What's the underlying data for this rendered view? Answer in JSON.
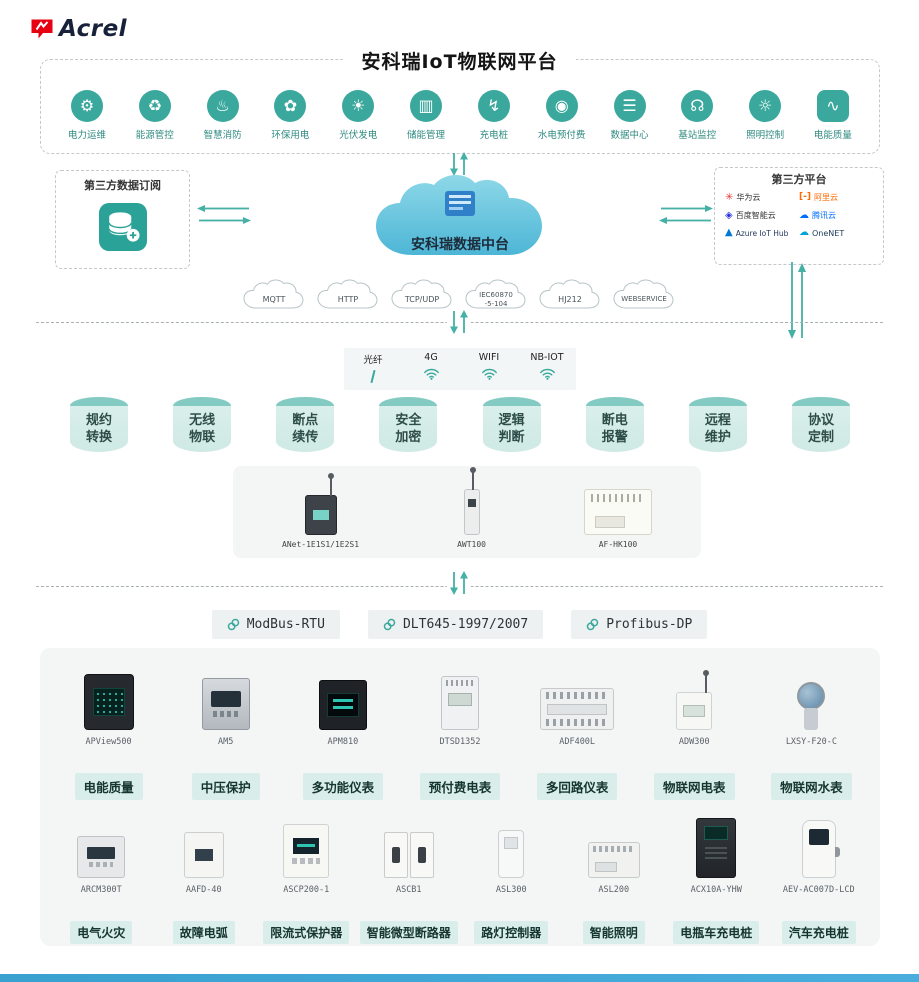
{
  "brand": {
    "name": "Acrel"
  },
  "title": "安科瑞IoT物联网平台",
  "applications": {
    "items": [
      {
        "label": "电力运维",
        "glyph": "⚙"
      },
      {
        "label": "能源管控",
        "glyph": "♻"
      },
      {
        "label": "智慧消防",
        "glyph": "♨"
      },
      {
        "label": "环保用电",
        "glyph": "✿"
      },
      {
        "label": "光伏发电",
        "glyph": "☀"
      },
      {
        "label": "储能管理",
        "glyph": "▥"
      },
      {
        "label": "充电桩",
        "glyph": "↯"
      },
      {
        "label": "水电预付费",
        "glyph": "◉"
      },
      {
        "label": "数据中心",
        "glyph": "☰"
      },
      {
        "label": "基站监控",
        "glyph": "☊"
      },
      {
        "label": "照明控制",
        "glyph": "☼"
      },
      {
        "label": "电能质量",
        "glyph": "∿"
      }
    ]
  },
  "data_subscription": {
    "title": "第三方数据订阅"
  },
  "data_center": {
    "label": "安科瑞数据中台"
  },
  "third_party": {
    "title": "第三方平台",
    "platforms": [
      {
        "label": "华为云",
        "mark": "✳"
      },
      {
        "label": "阿里云",
        "mark": "[-]"
      },
      {
        "label": "百度智能云",
        "mark": "◈"
      },
      {
        "label": "腾讯云",
        "mark": "☁"
      },
      {
        "label": "Azure IoT Hub",
        "mark": "▲"
      },
      {
        "label": "OneNET",
        "mark": "☁"
      }
    ]
  },
  "transport_protocols": {
    "items": [
      "MQTT",
      "HTTP",
      "TCP/UDP",
      "IEC60870\n-5-104",
      "HJ212",
      "WEBSERVICE"
    ]
  },
  "connectivity": {
    "items": [
      {
        "label": "光纤"
      },
      {
        "label": "4G"
      },
      {
        "label": "WIFI"
      },
      {
        "label": "NB-IOT"
      }
    ]
  },
  "capabilities": {
    "items": [
      "规约\n转换",
      "无线\n物联",
      "断点\n续传",
      "安全\n加密",
      "逻辑\n判断",
      "断电\n报警",
      "远程\n维护",
      "协议\n定制"
    ]
  },
  "gateways": {
    "items": [
      {
        "model": "ANet-1E1S1/1E2S1"
      },
      {
        "model": "AWT100"
      },
      {
        "model": "AF-HK100"
      }
    ]
  },
  "field_protocols": {
    "items": [
      "ModBus-RTU",
      "DLT645-1997/2007",
      "Profibus-DP"
    ]
  },
  "devices": {
    "row1": [
      {
        "model": "APView500",
        "category": "电能质量"
      },
      {
        "model": "AM5",
        "category": "中压保护"
      },
      {
        "model": "APM810",
        "category": "多功能仪表"
      },
      {
        "model": "DTSD1352",
        "category": "预付费电表"
      },
      {
        "model": "ADF400L",
        "category": "多回路仪表"
      },
      {
        "model": "ADW300",
        "category": "物联网电表"
      },
      {
        "model": "LXSY-F20-C",
        "category": "物联网水表"
      }
    ],
    "row2": [
      {
        "model": "ARCM300T",
        "category": "电气火灾"
      },
      {
        "model": "AAFD-40",
        "category": "故障电弧"
      },
      {
        "model": "ASCP200-1",
        "category": "限流式保护器"
      },
      {
        "model": "ASCB1",
        "category": "智能微型断路器"
      },
      {
        "model": "ASL300",
        "category": "路灯控制器"
      },
      {
        "model": "ASL200",
        "category": "智能照明"
      },
      {
        "model": "ACX10A-YHW",
        "category": "电瓶车充电桩"
      },
      {
        "model": "AEV-AC007D-LCD",
        "category": "汽车充电桩"
      }
    ]
  },
  "colors": {
    "accent": "#3aa89d",
    "arrow": "#45b0a5",
    "cloud_blue": "#4db6d6",
    "pill_bg": "#d9eeea",
    "panel_bg": "#f4f6f6",
    "brand_red": "#e60012",
    "footer_bar": "#3aa0cf"
  }
}
